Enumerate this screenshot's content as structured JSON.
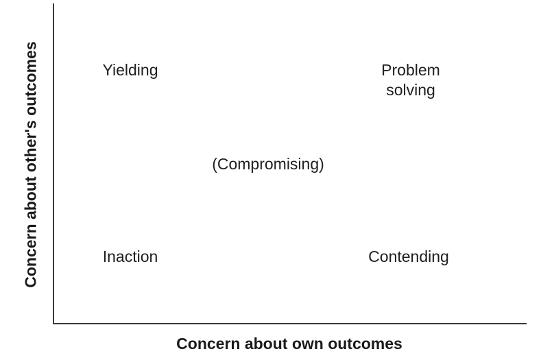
{
  "diagram": {
    "type": "dual-concern-model",
    "axes": {
      "x_label": "Concern about own outcomes",
      "y_label": "Concern about other's outcomes"
    },
    "strategies": {
      "yielding": {
        "label": "Yielding",
        "position": "top-left"
      },
      "problem_solving": {
        "line1": "Problem",
        "line2": "solving",
        "position": "top-right"
      },
      "compromising": {
        "label": "(Compromising)",
        "position": "center"
      },
      "inaction": {
        "label": "Inaction",
        "position": "bottom-left"
      },
      "contending": {
        "label": "Contending",
        "position": "bottom-right"
      }
    },
    "colors": {
      "axis": "#3a3a3a",
      "text": "#1e1e1e",
      "background": "#ffffff"
    }
  }
}
